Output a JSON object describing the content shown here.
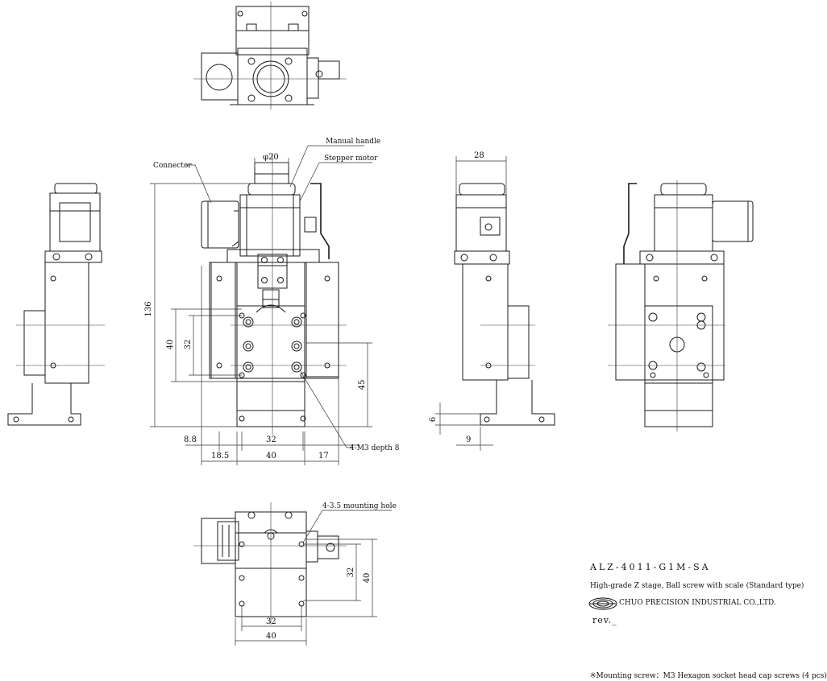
{
  "model": "ALZ-4011-G1M-SA",
  "description": "High-grade Z stage, Ball screw with scale (Standard type)",
  "company": "CHUO PRECISION INDUSTRIAL CO.,LTD.",
  "revision": "rev._",
  "note": "※Mounting screw：M3 Hexagon socket head cap screws (4 pcs)",
  "callouts": {
    "connector": "Connector",
    "manual_handle": "Manual handle",
    "stepper_motor": "Stepper motor",
    "tapped_holes": "4-M3 depth 8",
    "mounting_holes": "4-3.5 mounting hole"
  },
  "dimensions": {
    "handle_dia": "φ20",
    "overall_height": "136",
    "table_40": "40",
    "table_32": "32",
    "d45": "45",
    "d8_8": "8.8",
    "d32_front": "32",
    "d18_5": "18.5",
    "d40_front": "40",
    "d17": "17",
    "side_28": "28",
    "side_6": "6",
    "side_9": "9",
    "bottom_32v": "32",
    "bottom_40v": "40",
    "bottom_32h": "32",
    "bottom_40h": "40"
  }
}
